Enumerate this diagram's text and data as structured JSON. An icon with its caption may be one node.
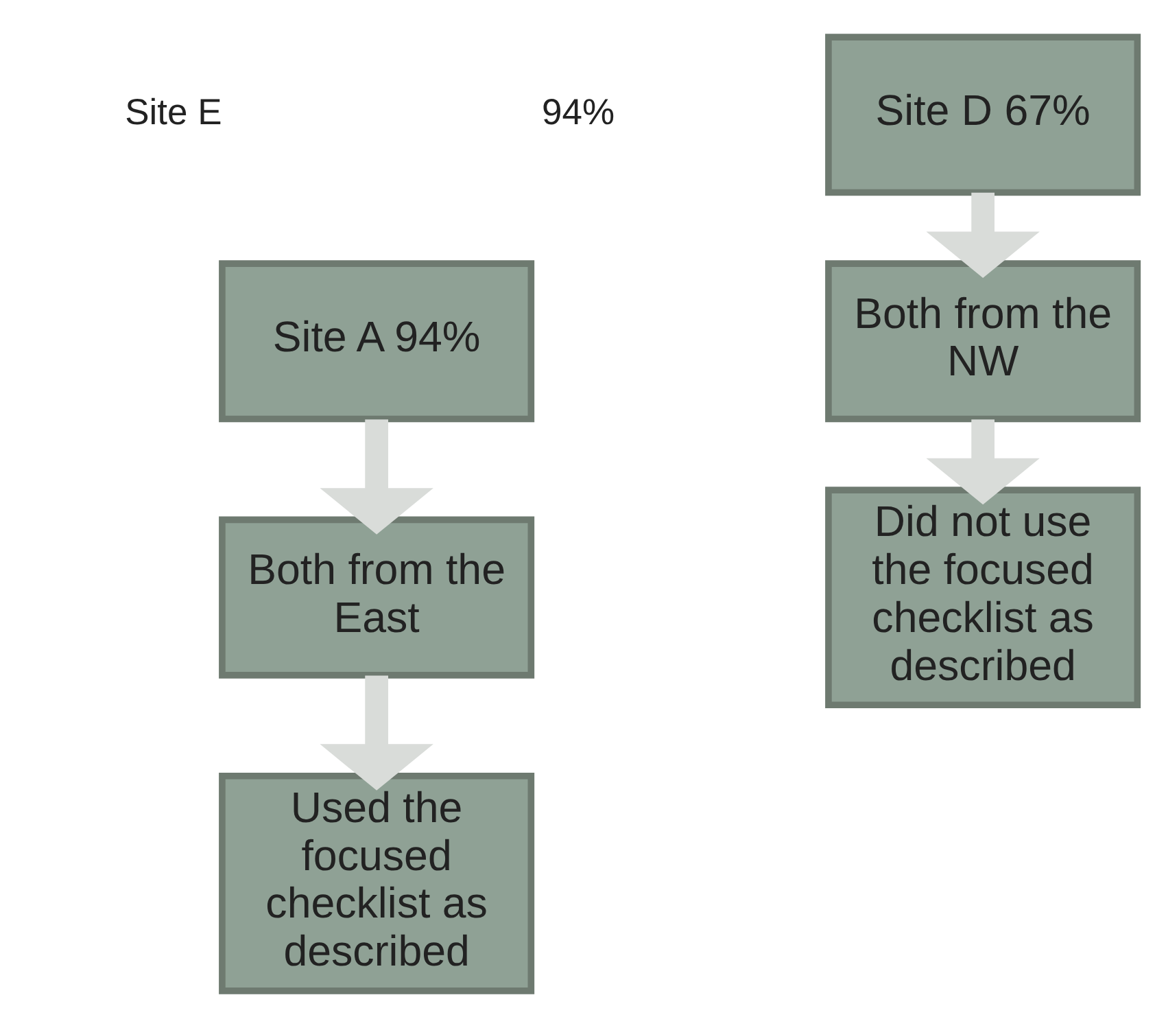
{
  "diagram": {
    "nodes": [
      {
        "text": [
          "Site A 94%"
        ]
      },
      {
        "text": [
          "Site D 67%"
        ]
      },
      {
        "text": [
          "Both from the East"
        ]
      },
      {
        "text": [
          "Both from the NW"
        ]
      },
      {
        "text": [
          "Used the focused checklist as described"
        ]
      },
      {
        "text": [
          "Did not use the focused checklist as described"
        ]
      }
    ],
    "edges": [
      {
        "from": 0,
        "to": 2,
        "arrow": "to"
      },
      {
        "from": 2,
        "to": 4,
        "arrow": "to"
      },
      {
        "from": 1,
        "to": 3,
        "arrow": "to"
      },
      {
        "from": 3,
        "to": 5,
        "arrow": "to"
      }
    ],
    "labels": [
      "Site E",
      "94%"
    ]
  }
}
